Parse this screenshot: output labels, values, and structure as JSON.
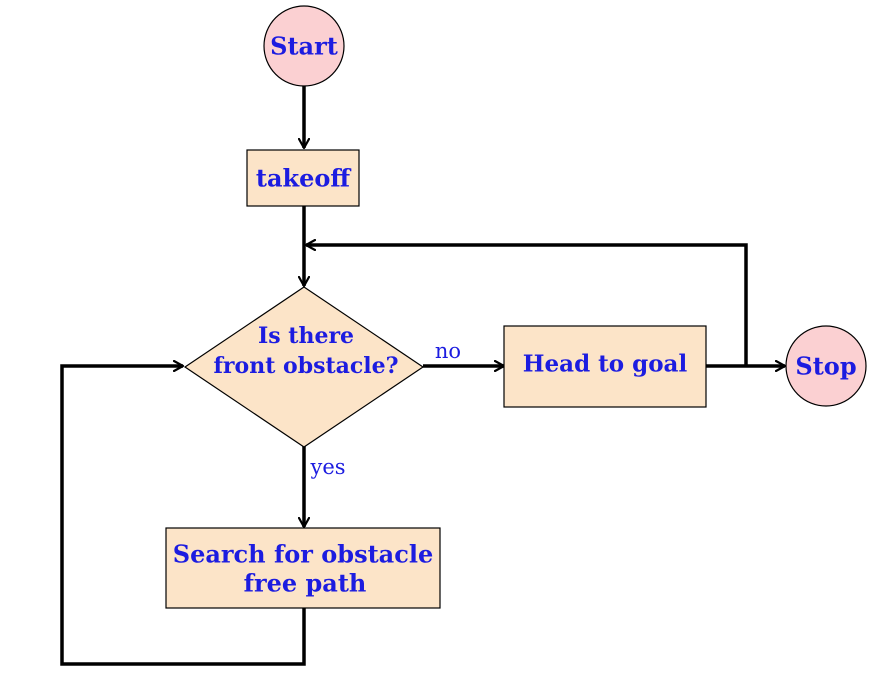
{
  "nodes": {
    "start": {
      "label": "Start",
      "shape": "circle"
    },
    "takeoff": {
      "label": "takeoff",
      "shape": "rectangle"
    },
    "decision": {
      "line1": "Is there",
      "line2": "front obstacle?",
      "shape": "diamond"
    },
    "head_to_goal": {
      "label": "Head to goal",
      "shape": "rectangle"
    },
    "stop": {
      "label": "Stop",
      "shape": "circle"
    },
    "search": {
      "line1": "Search for obstacle",
      "line2": "free path",
      "shape": "rectangle"
    }
  },
  "edges": {
    "no": "no",
    "yes": "yes"
  },
  "colors": {
    "terminal_fill": "#fbd0d2",
    "process_fill": "#fce4c8",
    "node_text": "#1c1ce0",
    "edge_text": "#1c1ce0",
    "stroke": "#000000"
  }
}
